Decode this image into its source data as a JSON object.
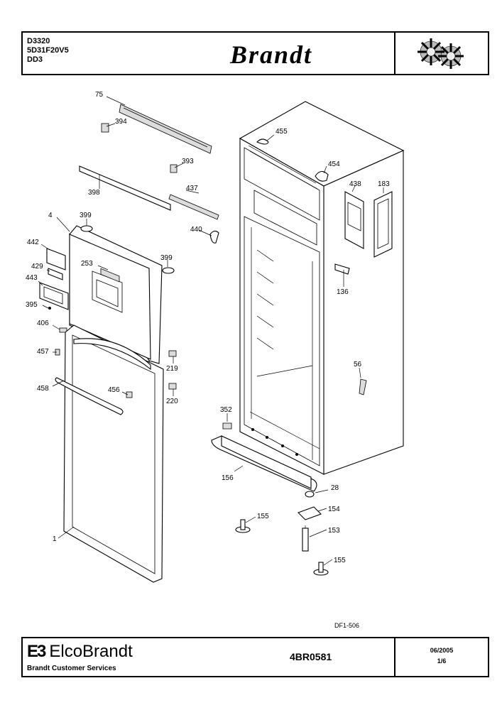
{
  "header": {
    "models": [
      "D3320",
      "5D31F20V5",
      "DD3"
    ],
    "brand": "Brandt"
  },
  "footer": {
    "company_mark": "E3",
    "company": "ElcoBrandt",
    "service": "Brandt Customer Services",
    "reference": "4BR0581",
    "date": "06/2005",
    "page": "1/6"
  },
  "diagram_code": "DF1-506",
  "callouts": [
    "75",
    "394",
    "393",
    "398",
    "437",
    "440",
    "4",
    "399",
    "399",
    "442",
    "429",
    "443",
    "395",
    "253",
    "406",
    "457",
    "458",
    "456",
    "219",
    "220",
    "1",
    "455",
    "454",
    "438",
    "183",
    "136",
    "56",
    "352",
    "156",
    "28",
    "154",
    "155",
    "153",
    "155"
  ]
}
